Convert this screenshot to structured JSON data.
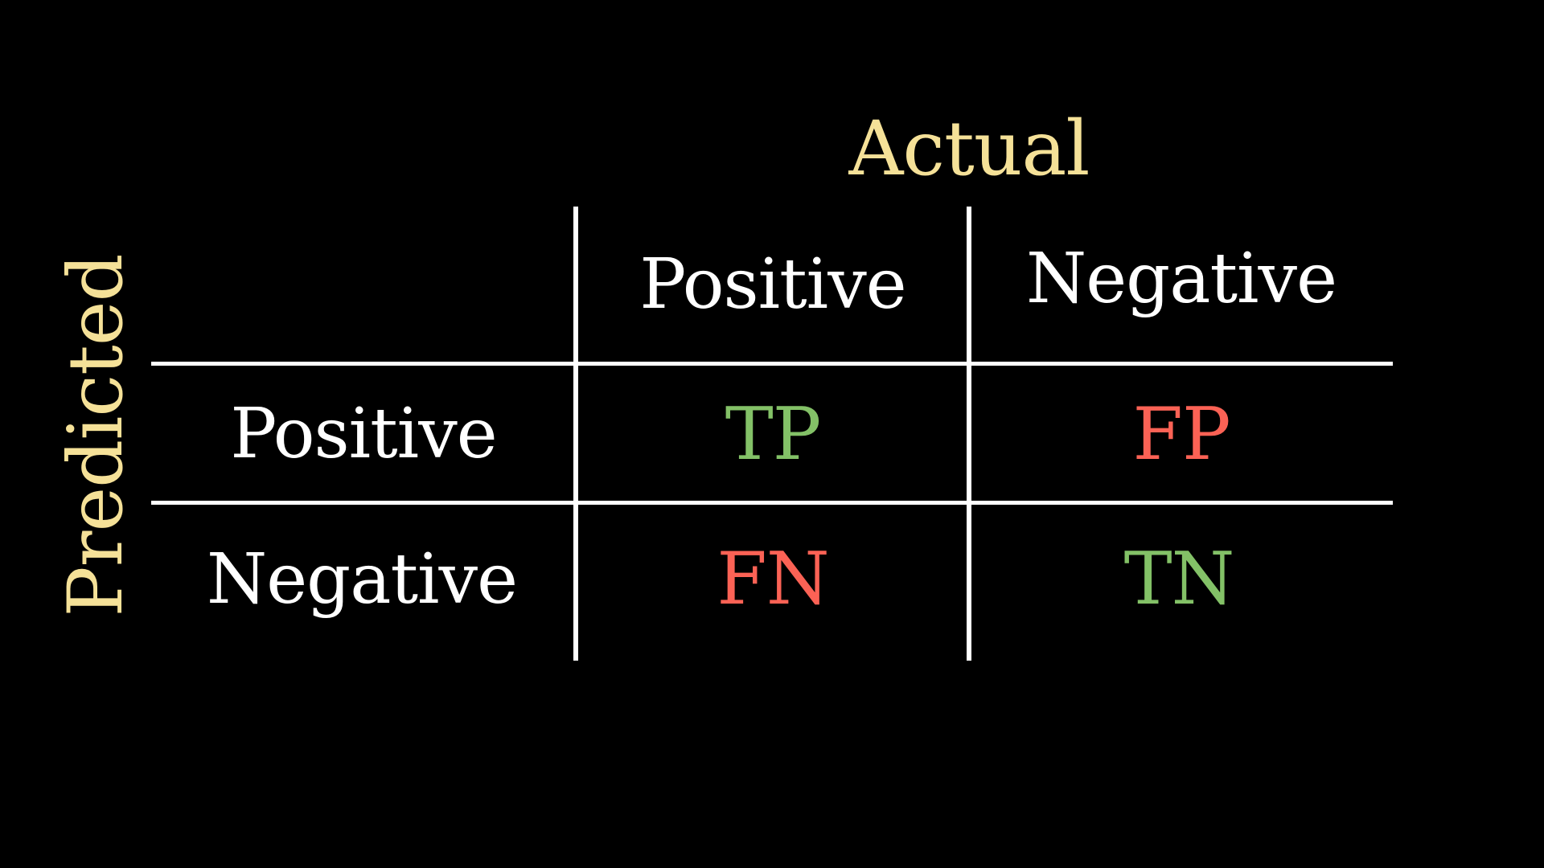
{
  "slide": {
    "type": "confusion-matrix",
    "column_axis_title": "Actual",
    "row_axis_title": "Predicted",
    "column_headers": [
      "Positive",
      "Negative"
    ],
    "row_headers": [
      "Positive",
      "Negative"
    ],
    "cells": {
      "tp": "TP",
      "fp": "FP",
      "fn": "FN",
      "tn": "TN"
    }
  },
  "colors": {
    "background": "#000000",
    "axis_title": "#F5E198",
    "header_text": "#FFFFFF",
    "grid_line": "#FFFFFF",
    "correct_outcome": "#83C167",
    "error_outcome": "#FB6255"
  }
}
